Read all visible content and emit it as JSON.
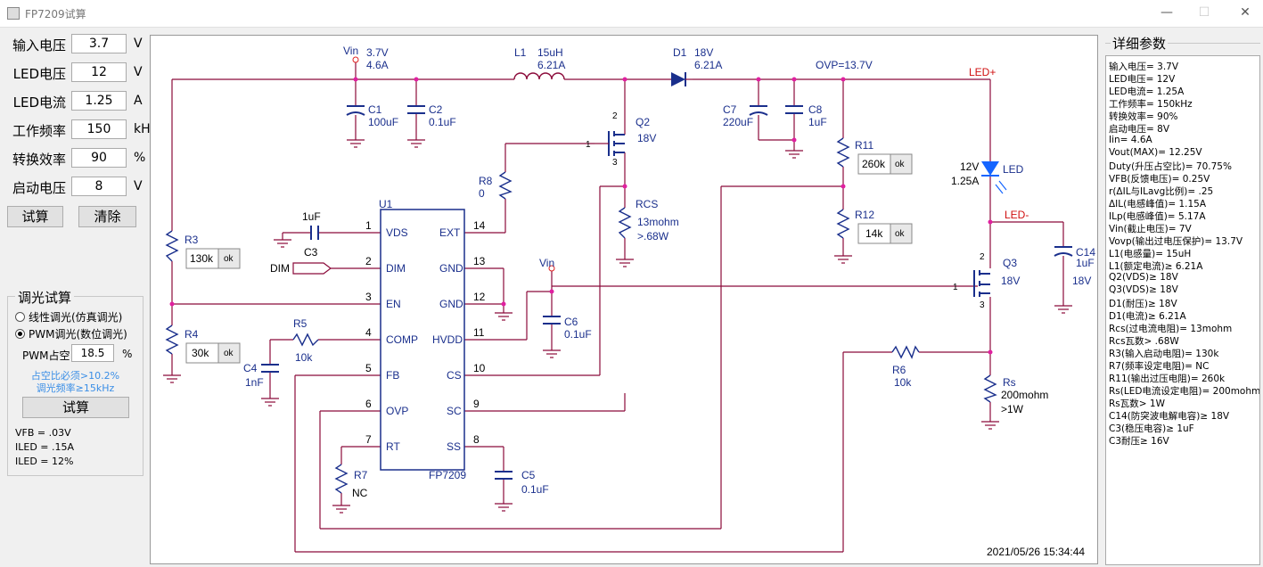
{
  "window": {
    "title": "FP7209试算",
    "min": "—",
    "max": "☐",
    "close": "✕"
  },
  "inputs": [
    {
      "label": "输入电压",
      "value": "3.7",
      "unit": "V"
    },
    {
      "label": "LED电压",
      "value": "12",
      "unit": "V"
    },
    {
      "label": "LED电流",
      "value": "1.25",
      "unit": "A"
    },
    {
      "label": "工作频率",
      "value": "150",
      "unit": "kHz"
    },
    {
      "label": "转换效率",
      "value": "90",
      "unit": "%"
    },
    {
      "label": "启动电压",
      "value": "8",
      "unit": "V"
    }
  ],
  "buttons": {
    "calc": "试算",
    "clear": "清除"
  },
  "dimming": {
    "title": "调光试算",
    "option_linear": "线性调光(仿真调光)",
    "option_pwm": "PWM调光(数位调光)",
    "selected": "pwm",
    "pwm_label": "PWM占空",
    "pwm_value": "18.5",
    "pwm_unit": "%",
    "hint1": "占空比必须>10.2%",
    "hint2": "调光频率≥15kHz",
    "calc": "试算",
    "vfb": "VFB = .03V",
    "iled": "ILED = .15A",
    "iled_pct": "ILED = 12%"
  },
  "schematic": {
    "vin": "Vin",
    "vin_v": "3.7V",
    "vin_i": "4.6A",
    "l1": "L1",
    "l1_val": "15uH",
    "l1_i": "6.21A",
    "d1": "D1",
    "d1_v": "18V",
    "d1_i": "6.21A",
    "ovp": "OVP=13.7V",
    "led_plus": "LED+",
    "led_minus": "LED-",
    "c1": "C1",
    "c1_val": "100uF",
    "c2": "C2",
    "c2_val": "0.1uF",
    "c7": "C7",
    "c7_val": "220uF",
    "c8": "C8",
    "c8_val": "1uF",
    "q2": "Q2",
    "q2_v": "18V",
    "q3": "Q3",
    "q3_v": "18V",
    "r8": "R8",
    "r8_val": "0",
    "rcs": "RCS",
    "rcs_val": "13mohm",
    "rcs_p": ">.68W",
    "r11": "R11",
    "r11_val": "260k",
    "r12": "R12",
    "r12_val": "14k",
    "led_v": "12V",
    "led_i": "1.25A",
    "led": "LED",
    "c14": "C14",
    "c14_val": "1uF",
    "c14_v": "18V",
    "r3": "R3",
    "r3_val": "130k",
    "r4": "R4",
    "r4_val": "30k",
    "r5": "R5",
    "r5_val": "10k",
    "c4": "C4",
    "c4_val": "1nF",
    "c3": "C3",
    "c3_val": "1uF",
    "dim": "DIM",
    "r6": "R6",
    "r6_val": "10k",
    "rs": "Rs",
    "rs_val": "200mohm",
    "rs_p": ">1W",
    "r7": "R7",
    "r7_val": "NC",
    "c5": "C5",
    "c5_val": "0.1uF",
    "c6": "C6",
    "c6_val": "0.1uF",
    "vin2": "Vin",
    "u1": "U1",
    "chip": "FP7209",
    "ok": "ok",
    "pins_left": [
      "VDS",
      "DIM",
      "EN",
      "COMP",
      "FB",
      "OVP",
      "RT"
    ],
    "pins_left_num": [
      "1",
      "2",
      "3",
      "4",
      "5",
      "6",
      "7"
    ],
    "pins_right": [
      "EXT",
      "GND",
      "GND",
      "HVDD",
      "CS",
      "SC",
      "SS"
    ],
    "pins_right_num": [
      "14",
      "13",
      "12",
      "11",
      "10",
      "9",
      "8"
    ],
    "pin_2": "2",
    "pin_1": "1",
    "pin_3": "3",
    "timestamp": "2021/05/26 15:34:44"
  },
  "details": {
    "title": "详细参数",
    "lines": [
      "输入电压= 3.7V",
      "LED电压= 12V",
      "LED电流= 1.25A",
      "工作频率= 150kHz",
      "转换效率= 90%",
      "启动电压= 8V",
      "Iin= 4.6A",
      "Vout(MAX)= 12.25V",
      "Duty(升压占空比)= 70.75%",
      "VFB(反馈电压)= 0.25V",
      "r(ΔIL与ILavg比例)= .25",
      "ΔIL(电感峰值)= 1.15A",
      "ILp(电感峰值)= 5.17A",
      "Vin(截止电压)= 7V",
      "Vovp(输出过电压保护)= 13.7V",
      "L1(电感量)= 15uH",
      "L1(额定电流)≥ 6.21A",
      "Q2(VDS)≥ 18V",
      "Q3(VDS)≥ 18V",
      "D1(耐压)≥ 18V",
      "D1(电流)≥ 6.21A",
      "Rcs(过电流电阻)= 13mohm",
      "Rcs瓦数> .68W",
      "R3(输入启动电阻)= 130k",
      "R7(频率设定电阻)= NC",
      "R11(输出过压电阻)= 260k",
      "Rs(LED电流设定电阻)= 200mohm",
      "Rs瓦数> 1W",
      "C14(防突波电解电容)≥ 18V",
      "C3(稳压电容)≥ 1uF",
      "C3耐压≥ 16V"
    ]
  },
  "colors": {
    "wire": "#8b0a3a",
    "node": "#e020a0",
    "text_blue": "#1a2f8c",
    "led_blue": "#1565ff",
    "hint": "#3a8ee6"
  }
}
